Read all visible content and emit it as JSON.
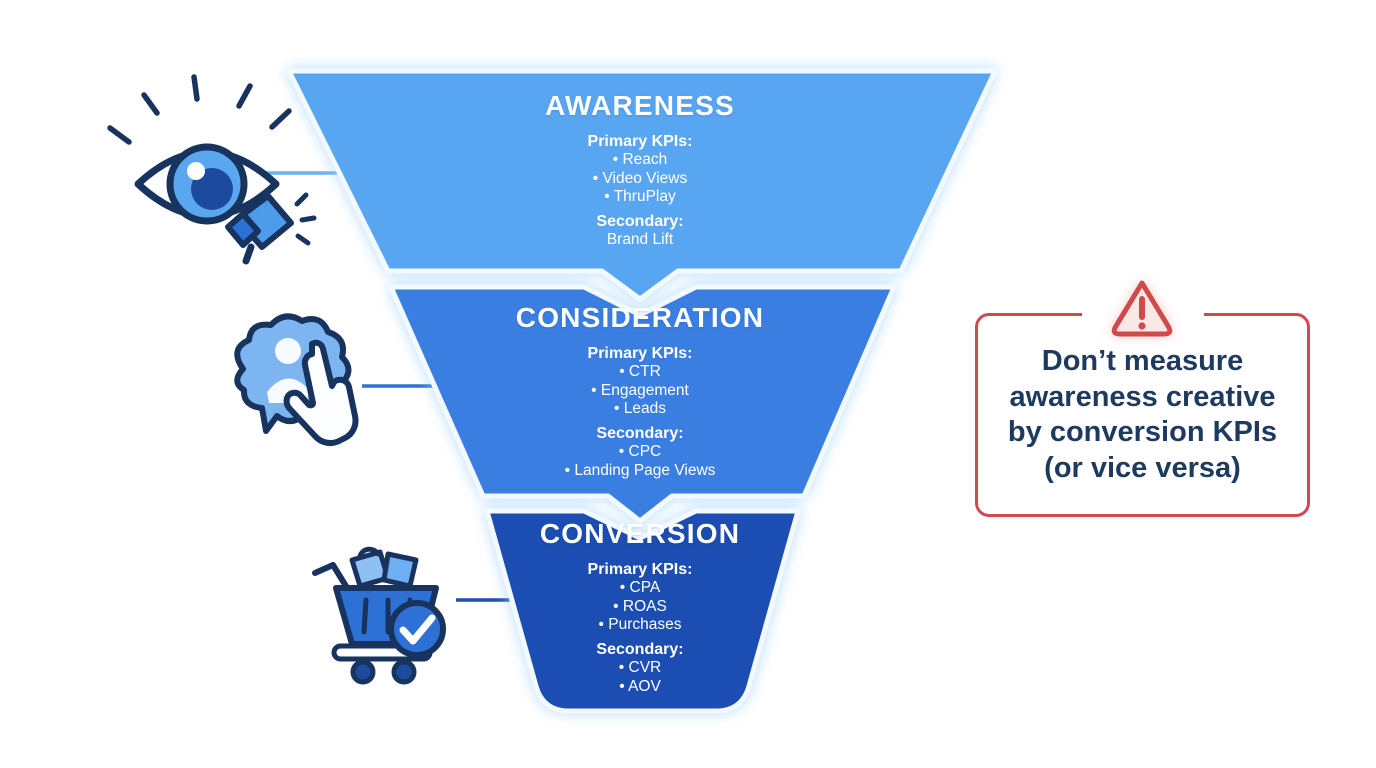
{
  "canvas": {
    "background": "#FFFFFF"
  },
  "funnel": {
    "text_color": "#FFFFFF",
    "border_color": "#F3FAFF",
    "glow_color": "#BFE3FA",
    "stages": [
      {
        "name": "awareness",
        "title": "AWARENESS",
        "primary_label": "Primary KPIs:",
        "primary_items": [
          "• Reach",
          "• Video Views",
          "• ThruPlay"
        ],
        "secondary_label": "Secondary:",
        "secondary_items": [
          "Brand Lift"
        ],
        "fill": "#58A6F1",
        "icon": "eye-megaphone-icon"
      },
      {
        "name": "consideration",
        "title": "CONSIDERATION",
        "primary_label": "Primary KPIs:",
        "primary_items": [
          "• CTR",
          "• Engagement",
          "• Leads"
        ],
        "secondary_label": "Secondary:",
        "secondary_items": [
          "• CPC",
          "• Landing Page Views"
        ],
        "fill": "#3A7EE2",
        "icon": "brain-click-icon"
      },
      {
        "name": "conversion",
        "title": "CONVERSION",
        "primary_label": "Primary KPIs:",
        "primary_items": [
          "• CPA",
          "• ROAS",
          "• Purchases"
        ],
        "secondary_label": "Secondary:",
        "secondary_items": [
          "• CVR",
          "• AOV"
        ],
        "fill": "#1F4DB2",
        "icon": "cart-check-icon"
      }
    ]
  },
  "connectors": {
    "awareness_color": "#6FB0F0",
    "consideration_color": "#2E71D6",
    "conversion_color": "#1E4DB3"
  },
  "callout": {
    "icon": "warning-triangle-icon",
    "lines": [
      "Don’t measure",
      "awareness creative",
      "by conversion KPIs",
      "(or vice versa)"
    ],
    "border_color": "#D0494B",
    "text_color": "#1F3A5F",
    "background": "#FFFFFF"
  }
}
